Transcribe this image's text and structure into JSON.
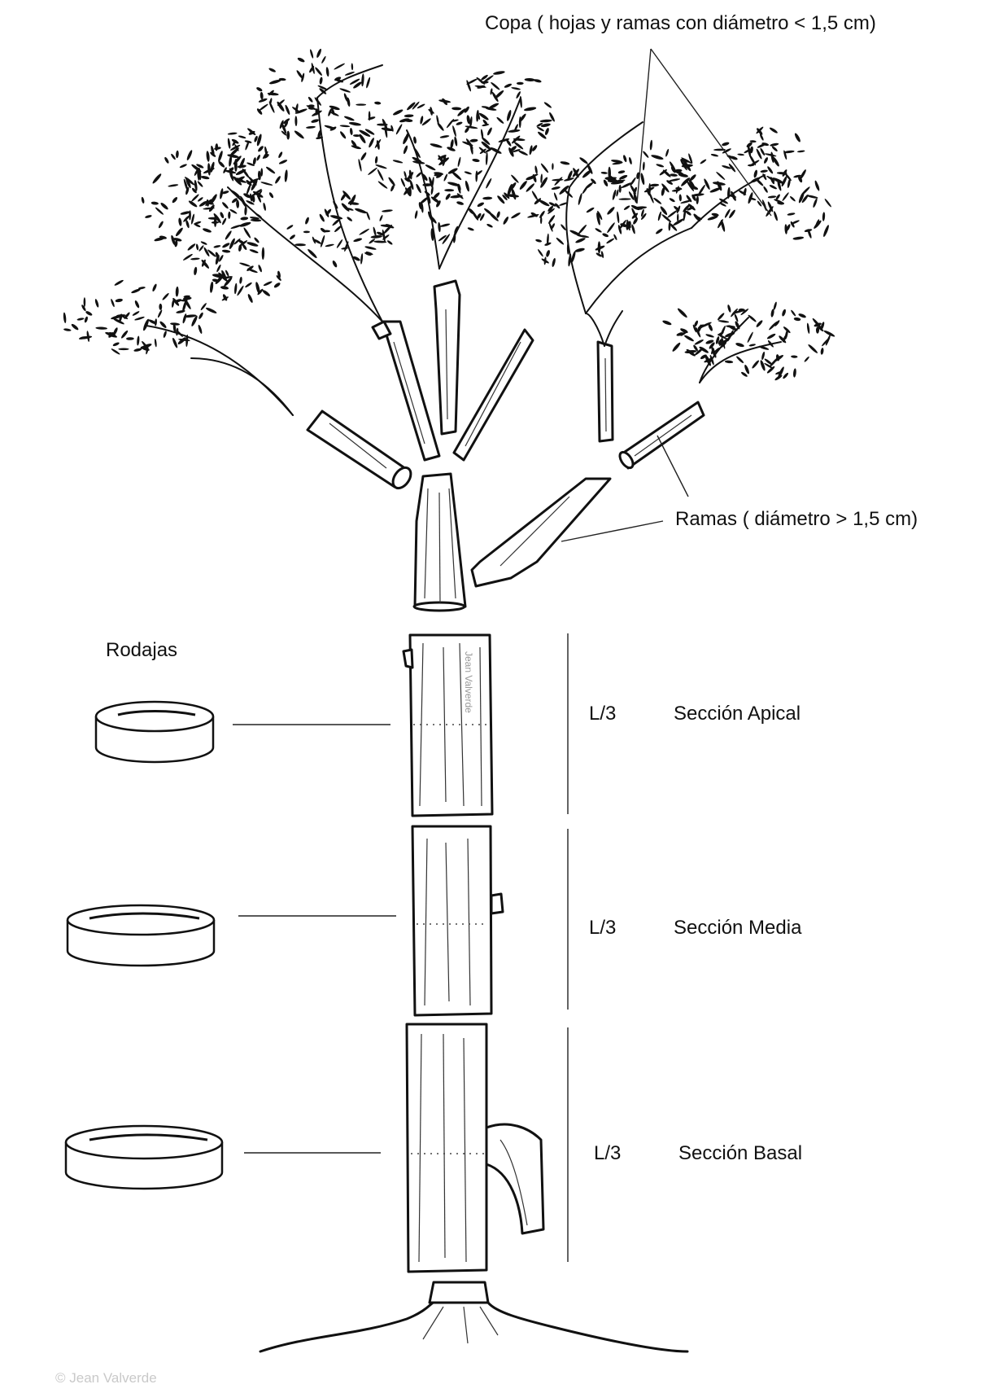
{
  "labels": {
    "copa": "Copa  ( hojas y ramas con diámetro < 1,5 cm)",
    "ramas": "Ramas  ( diámetro > 1,5 cm)",
    "rodajas": "Rodajas",
    "l3_apical": "L/3",
    "apical": "Sección Apical",
    "l3_media": "L/3",
    "media": "Sección Media",
    "l3_basal": "L/3",
    "basal": "Sección Basal",
    "watermark_trunk": "Jean Valverde",
    "credit": "© Jean Valverde"
  },
  "colors": {
    "ink": "#111111",
    "background": "#ffffff",
    "credit": "#c9c9c9"
  }
}
